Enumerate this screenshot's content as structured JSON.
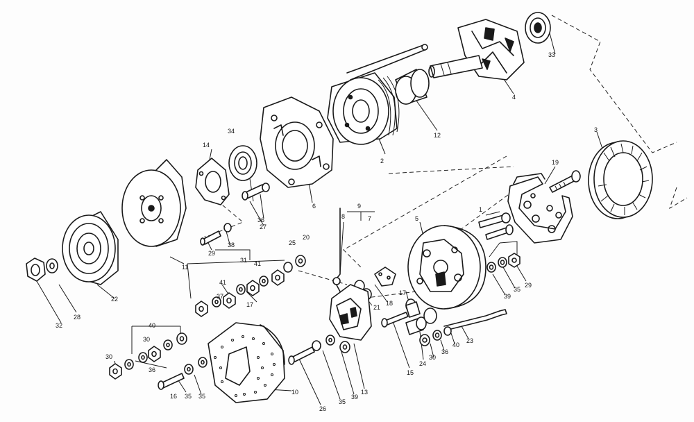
{
  "figure": {
    "callouts": [
      "1",
      "2",
      "3",
      "4",
      "5",
      "6",
      "7",
      "8",
      "9",
      "10",
      "11",
      "12",
      "13",
      "14",
      "15",
      "16",
      "17",
      "17",
      "18",
      "19",
      "20",
      "21",
      "22",
      "23",
      "24",
      "25",
      "26",
      "27",
      "28",
      "29",
      "29",
      "30",
      "30",
      "30",
      "31",
      "32",
      "33",
      "34",
      "35",
      "35",
      "35",
      "35",
      "36",
      "36",
      "36",
      "37",
      "38",
      "39",
      "39",
      "40",
      "40",
      "41",
      "41"
    ]
  }
}
